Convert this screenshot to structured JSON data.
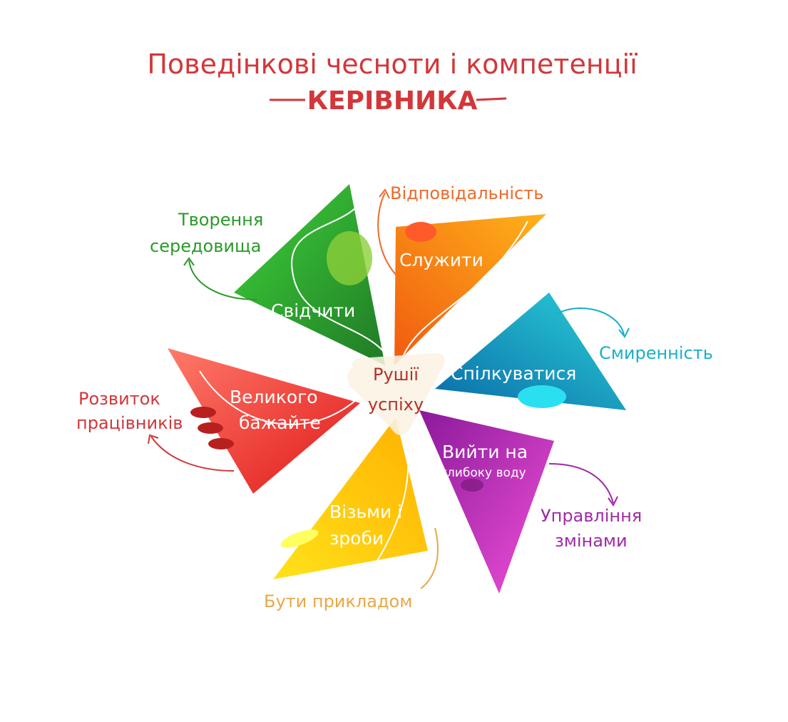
{
  "title": {
    "line1": "Поведінкові чесноти і компетенції",
    "line2": "КЕРІВНИКА"
  },
  "center": {
    "line1": "Рушії",
    "line2": "успіху"
  },
  "segments": [
    {
      "inner": [
        "Свідчити"
      ],
      "outer": [
        "Творення",
        "середовища"
      ],
      "color": "#3aa63a",
      "outer_color": "#2a9a2a"
    },
    {
      "inner": [
        "Служити"
      ],
      "outer": [
        "Відповідальність"
      ],
      "color": "#f47a12",
      "outer_color": "#ee6a2a"
    },
    {
      "inner": [
        "Спілкуватися"
      ],
      "outer": [
        "Смиренність"
      ],
      "color": "#14a6c0",
      "outer_color": "#18b0c8"
    },
    {
      "inner": [
        "Вийти на",
        "глибоку воду"
      ],
      "outer": [
        "Управління",
        "змінами"
      ],
      "color": "#b02bb0",
      "outer_color": "#a02aa6"
    },
    {
      "inner": [
        "Візьми і",
        "зроби"
      ],
      "outer": [
        "Бути прикладом"
      ],
      "color": "#f5c000",
      "outer_color": "#e8a848"
    },
    {
      "inner": [
        "Великого",
        "бажайте"
      ],
      "outer": [
        "Розвиток",
        "працівників"
      ],
      "color": "#e8302a",
      "outer_color": "#d2373a"
    }
  ]
}
